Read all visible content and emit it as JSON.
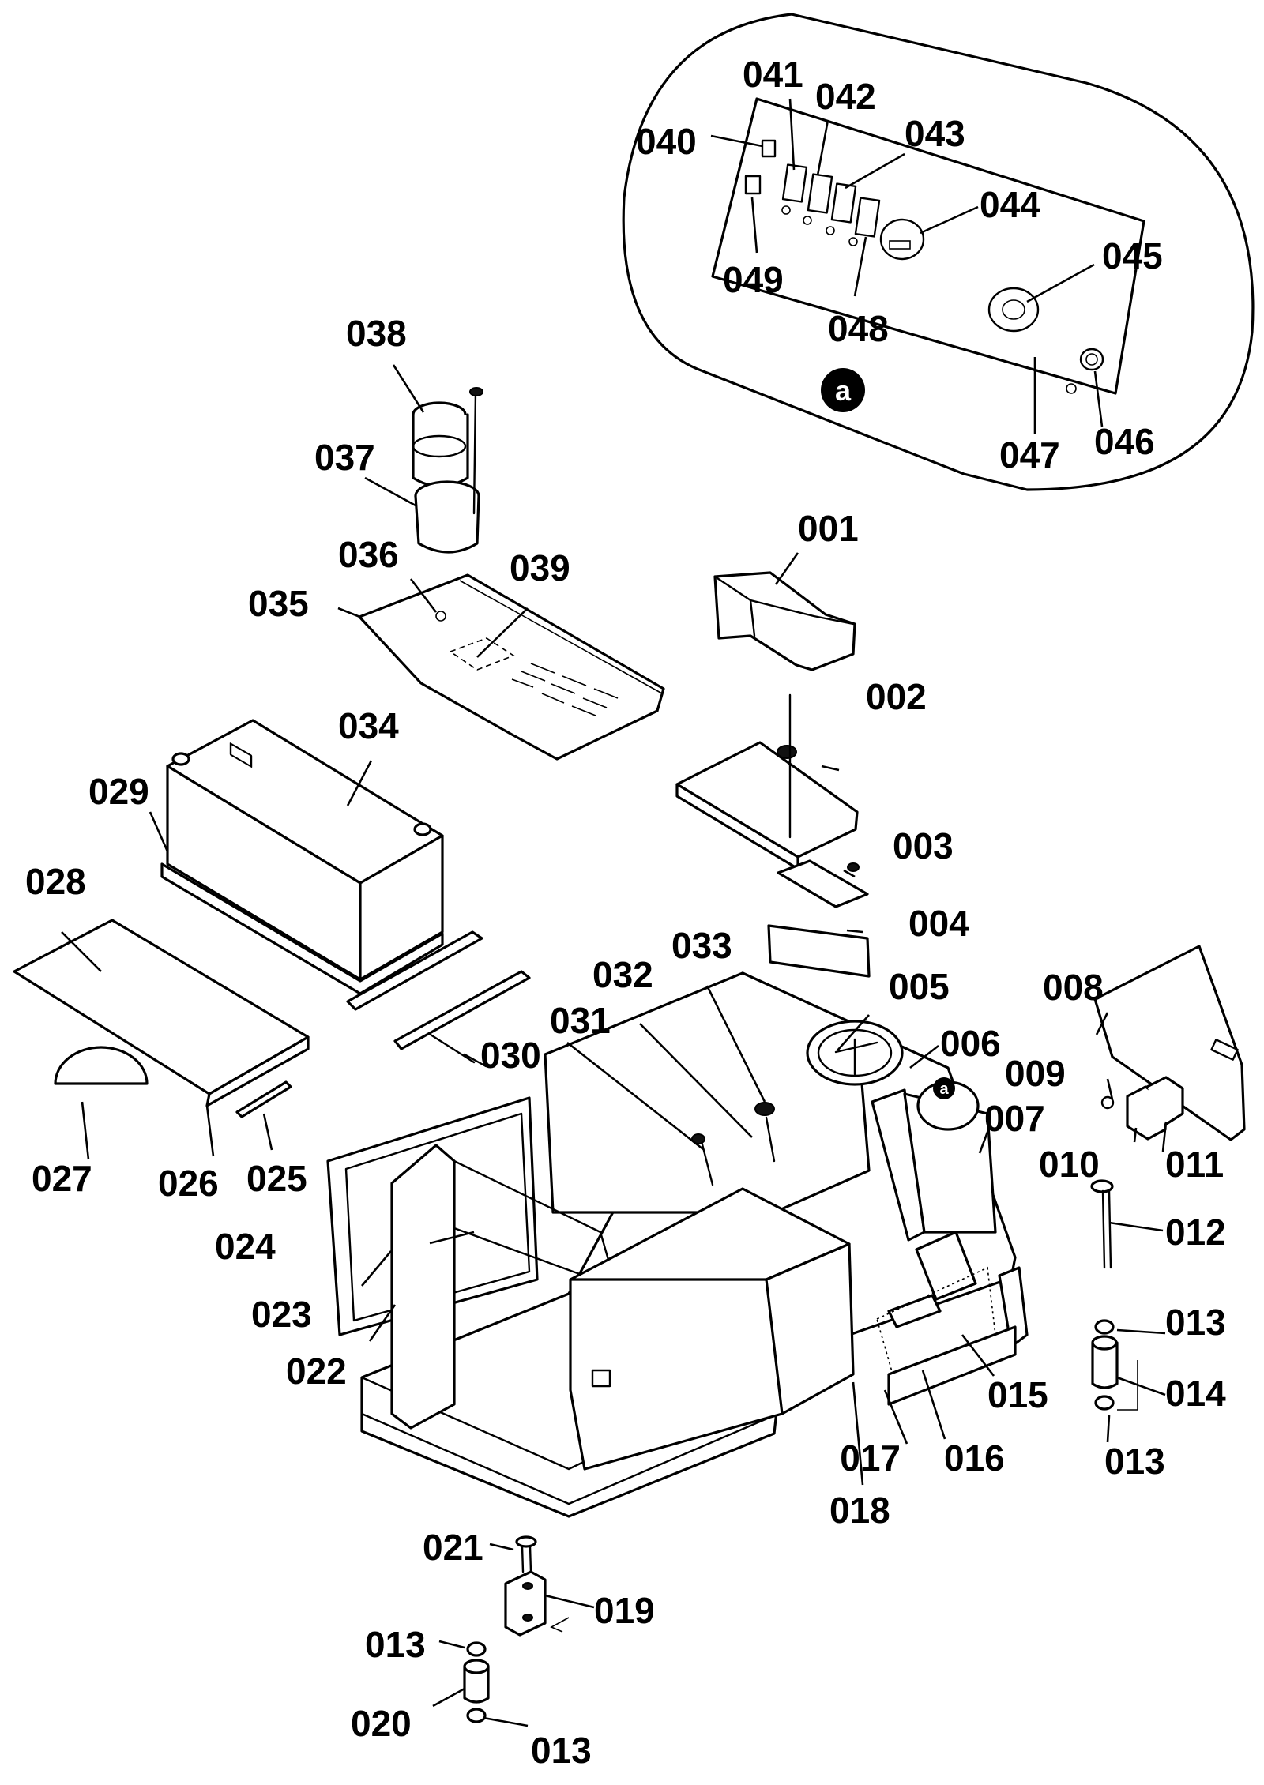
{
  "callout_badge": "a",
  "part_numbers": {
    "p001": "001",
    "p002": "002",
    "p003": "003",
    "p004": "004",
    "p005": "005",
    "p006": "006",
    "p007": "007",
    "p008": "008",
    "p009": "009",
    "p010": "010",
    "p011": "011",
    "p012": "012",
    "p013a": "013",
    "p013b": "013",
    "p013c": "013",
    "p013d": "013",
    "p014": "014",
    "p015": "015",
    "p016": "016",
    "p017": "017",
    "p018": "018",
    "p019": "019",
    "p020": "020",
    "p021": "021",
    "p022": "022",
    "p023": "023",
    "p024": "024",
    "p025": "025",
    "p026": "026",
    "p027": "027",
    "p028": "028",
    "p029": "029",
    "p030": "030",
    "p031": "031",
    "p032": "032",
    "p033": "033",
    "p034": "034",
    "p035": "035",
    "p036": "036",
    "p037": "037",
    "p038": "038",
    "p039": "039",
    "p040": "040",
    "p041": "041",
    "p042": "042",
    "p043": "043",
    "p044": "044",
    "p045": "045",
    "p046": "046",
    "p047": "047",
    "p048": "048",
    "p049": "049"
  }
}
